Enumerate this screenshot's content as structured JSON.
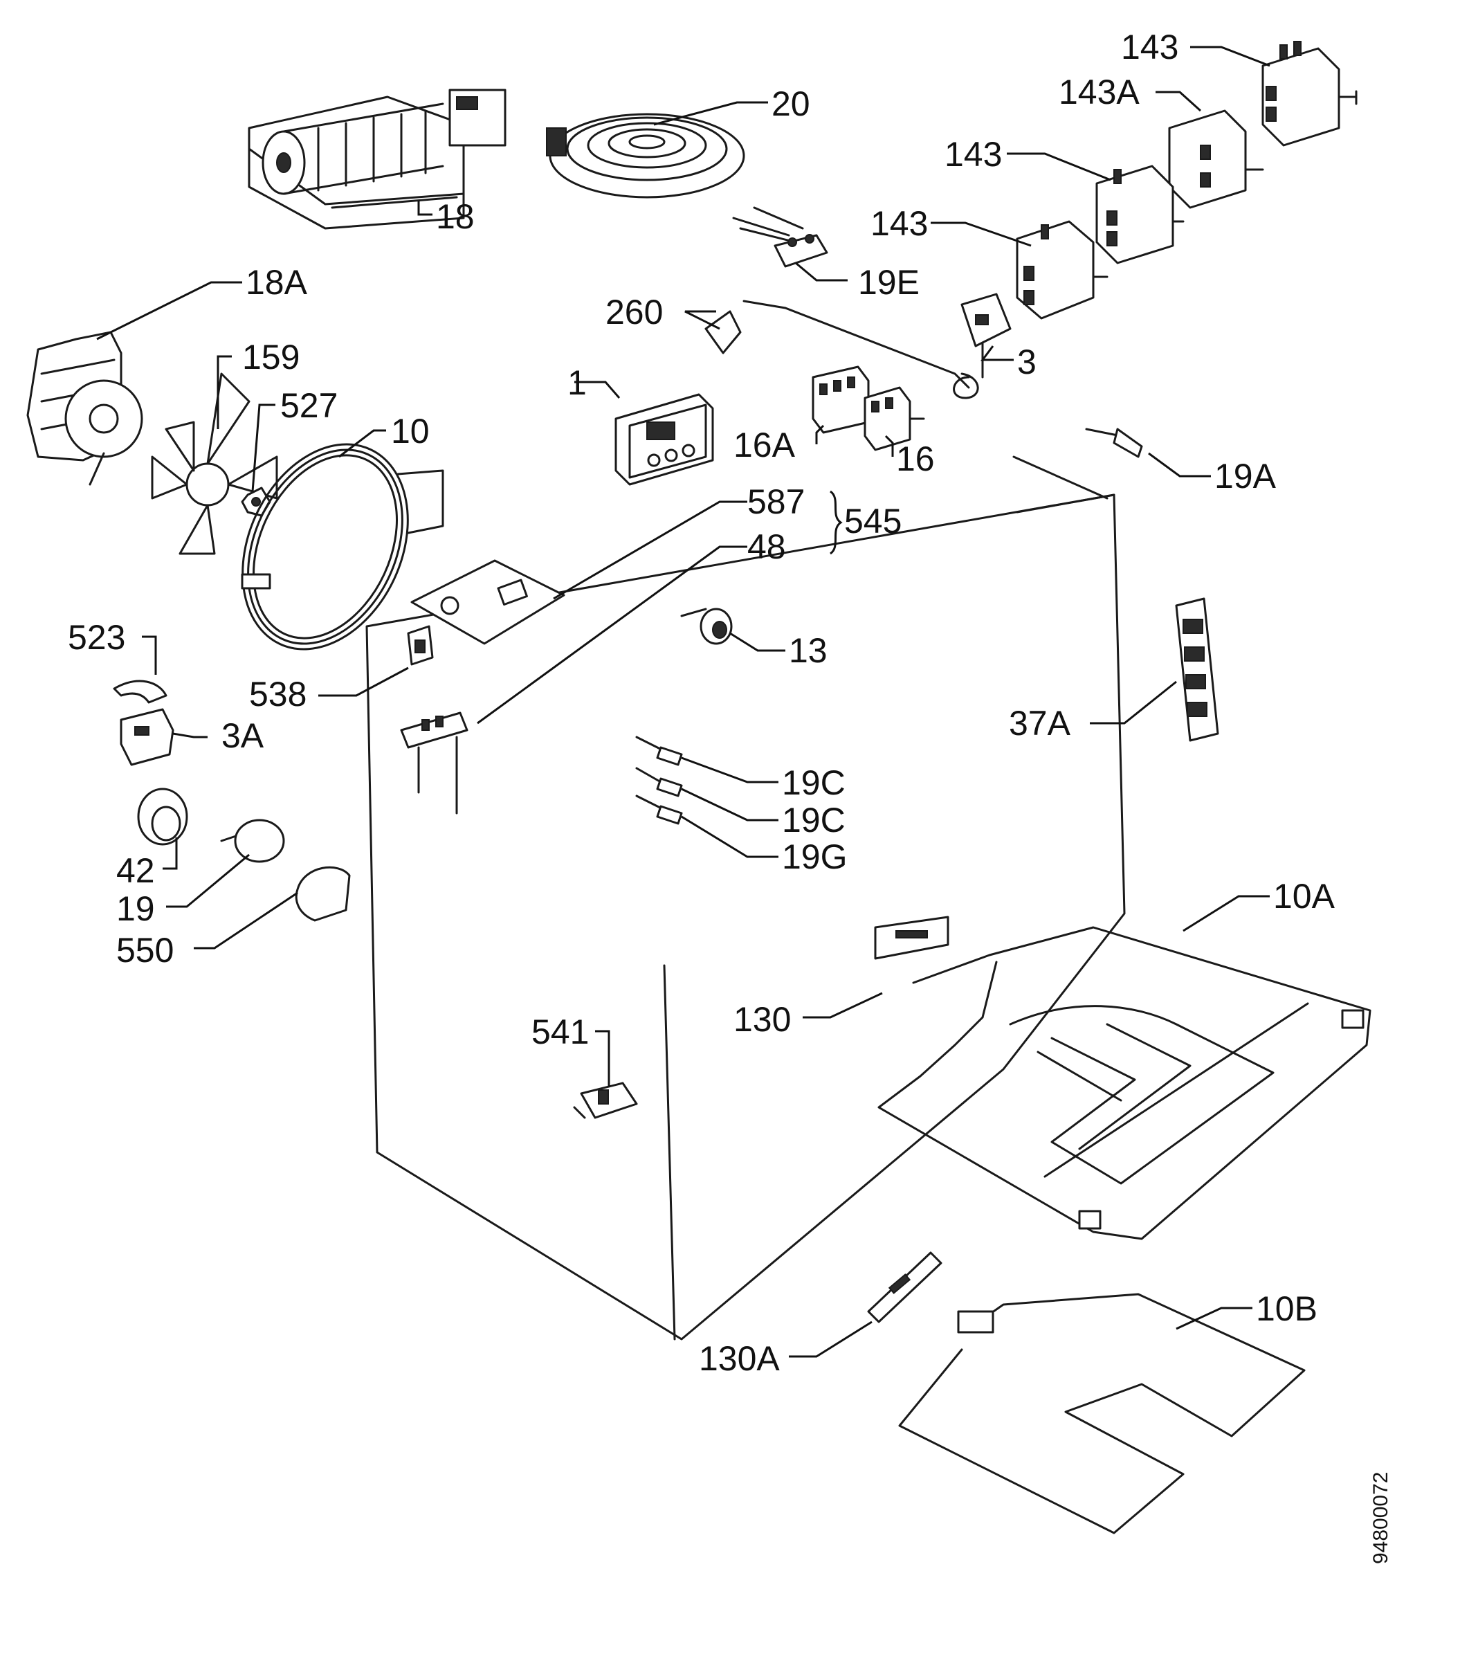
{
  "callouts": {
    "c143a": "143",
    "c143A": "143A",
    "c143b": "143",
    "c143c": "143",
    "c20": "20",
    "c18": "18",
    "c19E": "19E",
    "c18A": "18A",
    "c260": "260",
    "c3": "3",
    "c159": "159",
    "c527": "527",
    "c10": "10",
    "c1": "1",
    "c16A": "16A",
    "c16": "16",
    "c19A": "19A",
    "c587": "587",
    "c545": "545",
    "c48": "48",
    "c523": "523",
    "c13": "13",
    "c538": "538",
    "c37A": "37A",
    "c3A": "3A",
    "c19C1": "19C",
    "c19C2": "19C",
    "c19G": "19G",
    "c42": "42",
    "c19": "19",
    "c550": "550",
    "c10A": "10A",
    "c130": "130",
    "c541": "541",
    "c130A": "130A",
    "c10B": "10B"
  },
  "document_number": "94800072"
}
